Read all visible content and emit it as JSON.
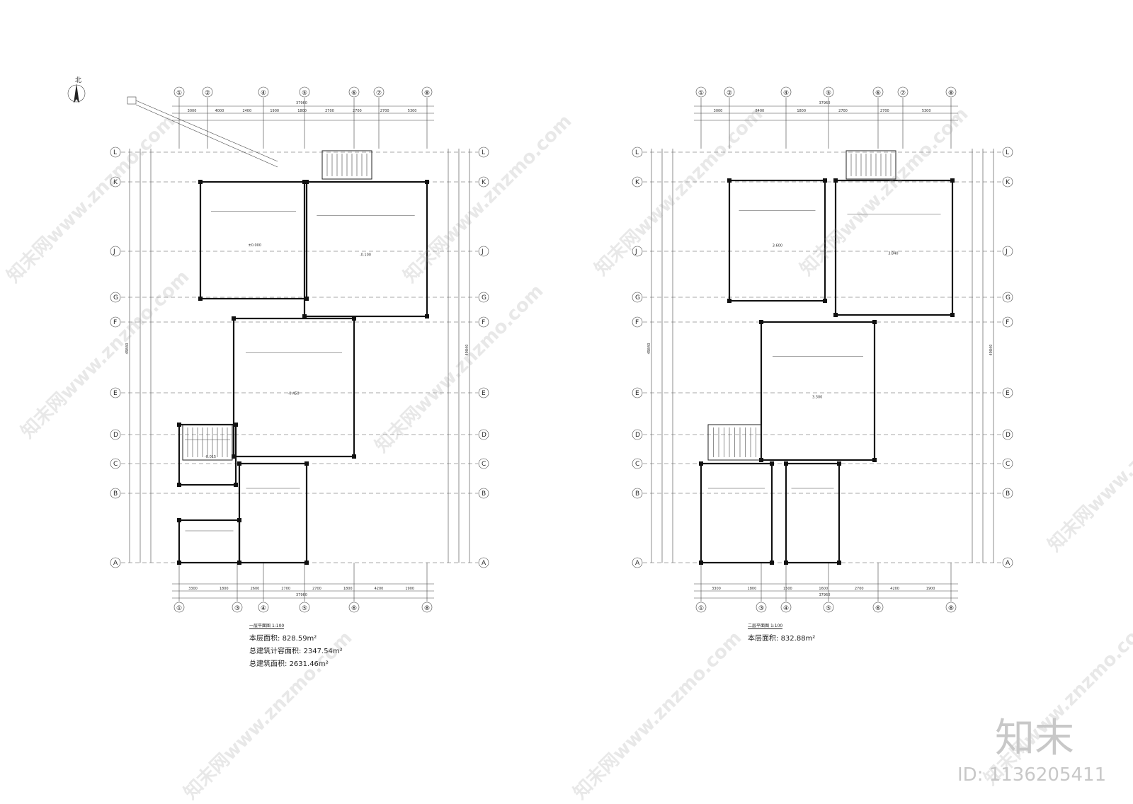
{
  "sheet": {
    "north_label": "北",
    "watermark_text": "知末网www.znzmo.com",
    "brand_logo": "知末",
    "image_id_text": "ID: 1136205411"
  },
  "plans": [
    {
      "title": "一层平面图",
      "scale": "1:100",
      "areas": [
        {
          "label": "本层面积:",
          "value": "828.59m²"
        },
        {
          "label": "总建筑计容面积:",
          "value": "2347.54m²"
        },
        {
          "label": "总建筑面积:",
          "value": "2631.46m²"
        }
      ],
      "top_axes": [
        "①",
        "②",
        "④",
        "⑤",
        "⑥",
        "⑦",
        "⑧"
      ],
      "bottom_axes": [
        "①",
        "③",
        "④",
        "⑤",
        "⑥",
        "⑧"
      ],
      "side_axes": [
        "L",
        "K",
        "J",
        "G",
        "F",
        "E",
        "D",
        "C",
        "B",
        "A"
      ],
      "overall_dim": "37960",
      "side_dim": "49840",
      "top_dims": [
        "3000",
        "4000",
        "2400",
        "1900",
        "1800",
        "2700",
        "2700",
        "2700",
        "5300"
      ],
      "bottom_dims": [
        "3300",
        "1800",
        "2600",
        "2700",
        "2700",
        "1800",
        "4200",
        "1900"
      ],
      "level_marks": [
        "±0.000",
        "-0.100",
        "-0.450",
        "-0.015"
      ]
    },
    {
      "title": "二层平面图",
      "scale": "1:100",
      "areas": [
        {
          "label": "本层面积:",
          "value": "832.88m²"
        }
      ],
      "top_axes": [
        "①",
        "②",
        "④",
        "⑤",
        "⑥",
        "⑦",
        "⑧"
      ],
      "bottom_axes": [
        "①",
        "③",
        "④",
        "⑤",
        "⑥",
        "⑧"
      ],
      "side_axes": [
        "L",
        "K",
        "J",
        "G",
        "F",
        "E",
        "D",
        "C",
        "B",
        "A"
      ],
      "overall_dim": "37960",
      "side_dim": "49840",
      "top_dims": [
        "3000",
        "8400",
        "1800",
        "2700",
        "2700",
        "5300"
      ],
      "bottom_dims": [
        "3300",
        "1800",
        "1500",
        "1600",
        "2700",
        "4200",
        "1900"
      ],
      "level_marks": [
        "3.600",
        "3.840",
        "3.300"
      ]
    }
  ]
}
